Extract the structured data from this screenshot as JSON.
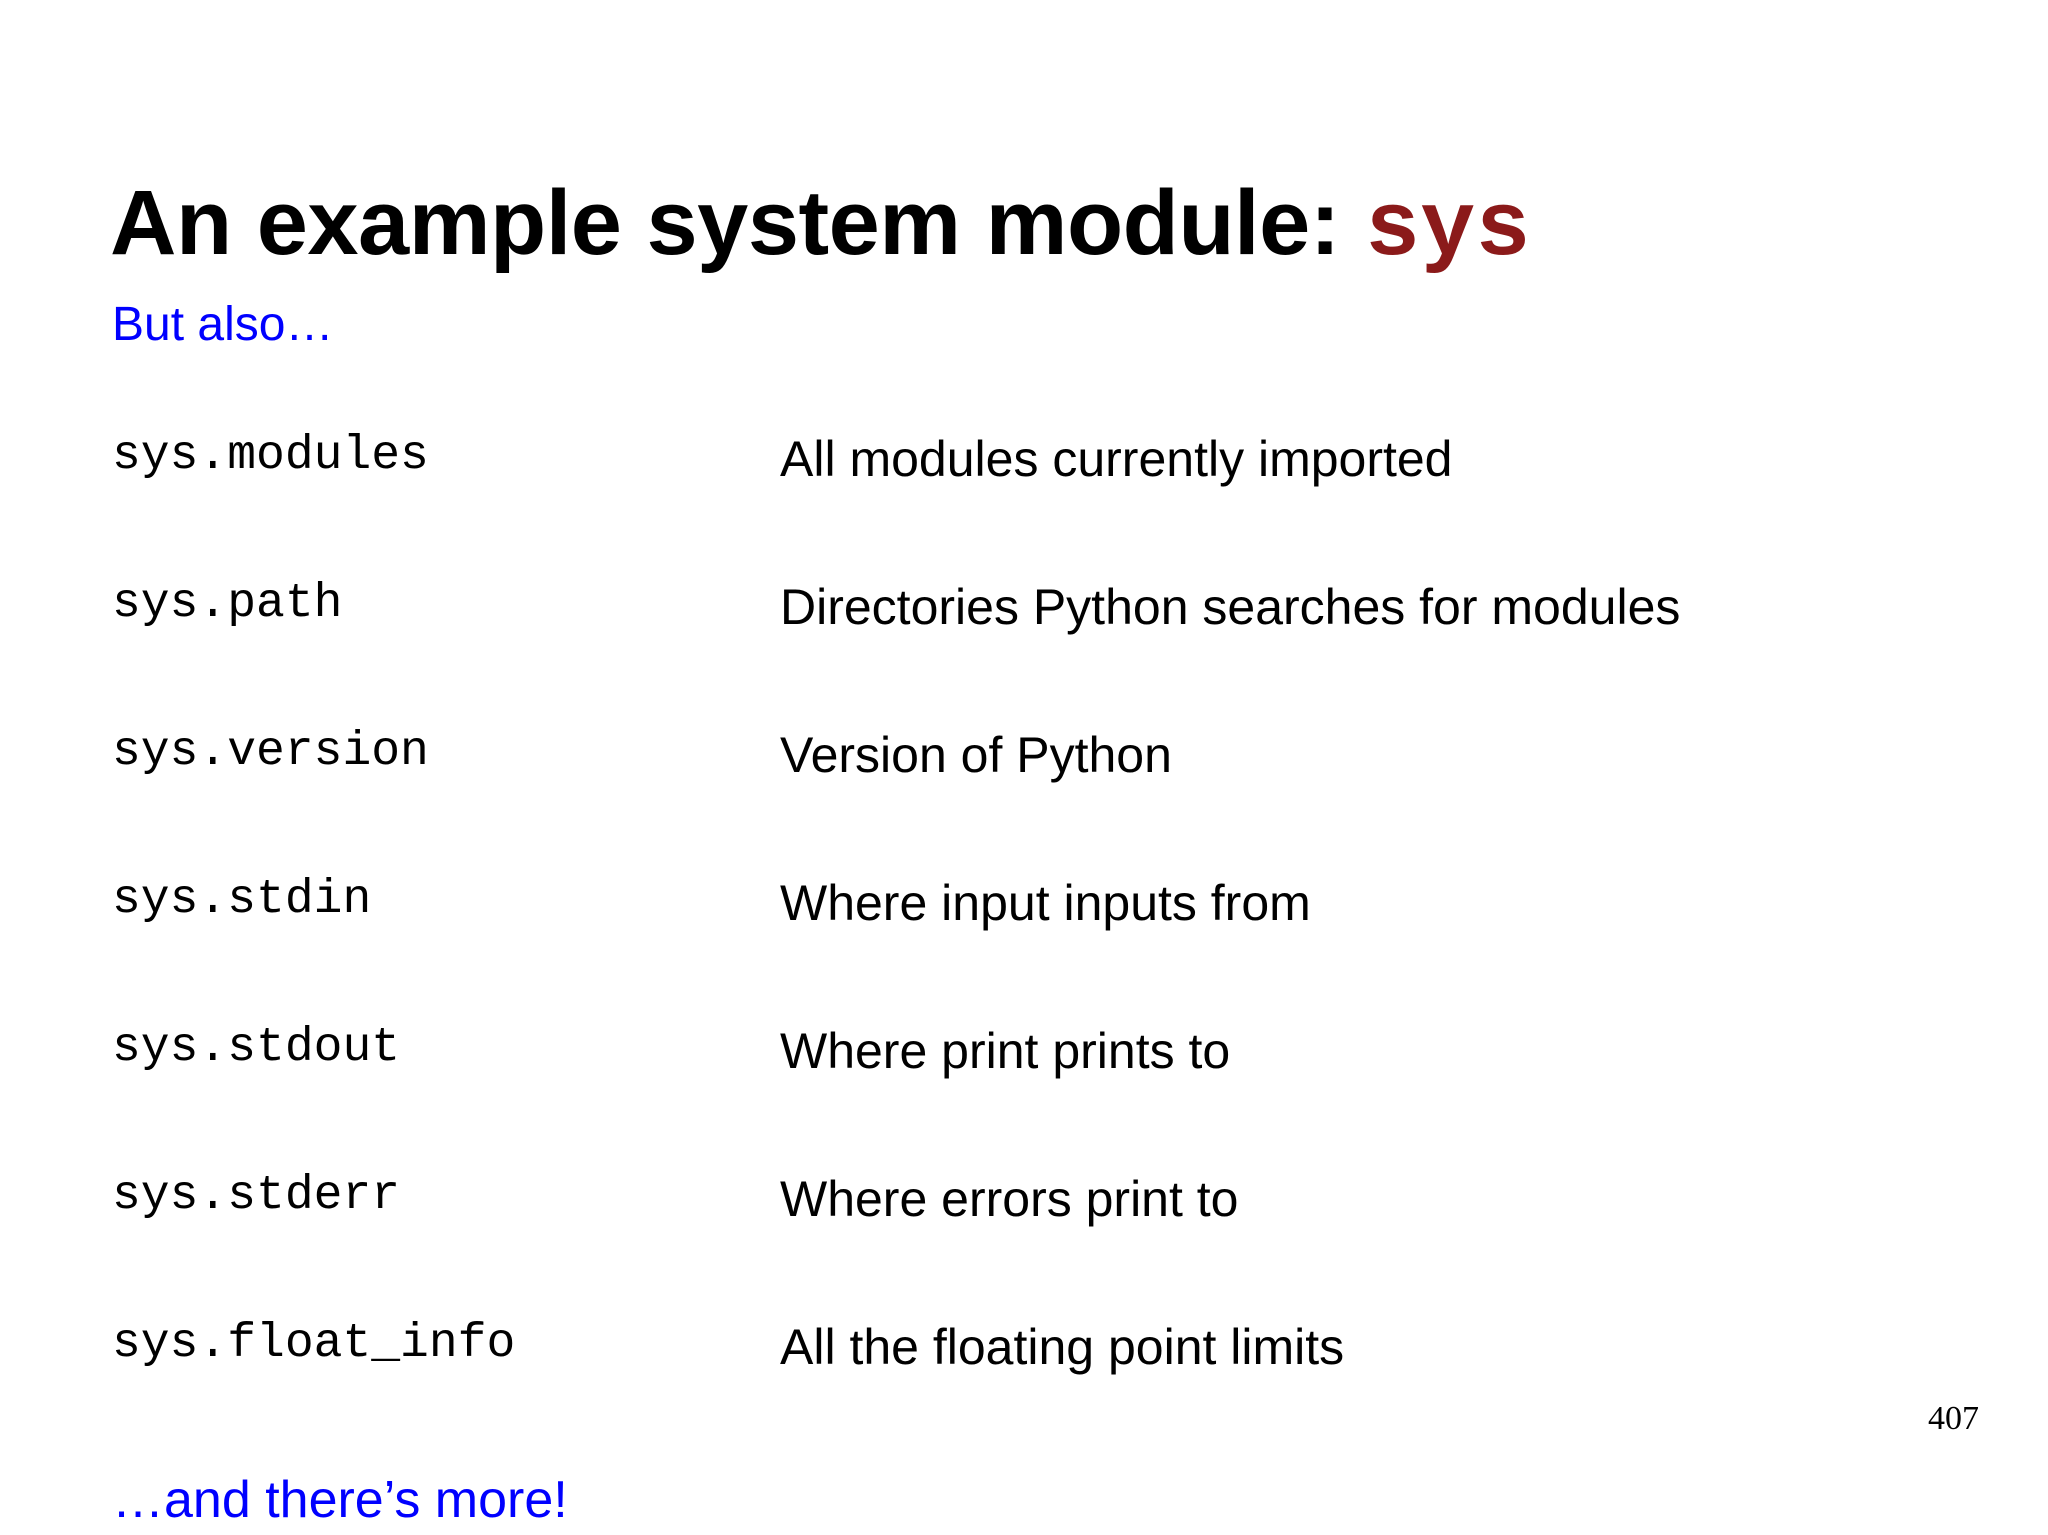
{
  "slide": {
    "title_main": "An example system module: ",
    "title_code": "sys",
    "subtitle": "But also…",
    "footer_note": "…and there’s more!",
    "page_number": "407",
    "colors": {
      "background": "#ffffff",
      "text": "#000000",
      "code_accent": "#8B1A1A",
      "highlight": "#0000FF"
    },
    "rows": [
      {
        "term": "sys.modules",
        "desc": "All modules currently imported"
      },
      {
        "term": "sys.path",
        "desc": "Directories Python searches for modules"
      },
      {
        "term": "sys.version",
        "desc": "Version of Python"
      },
      {
        "term": "sys.stdin",
        "desc": "Where input inputs from"
      },
      {
        "term": "sys.stdout",
        "desc": "Where print prints to"
      },
      {
        "term": "sys.stderr",
        "desc": "Where errors print to"
      },
      {
        "term": "sys.float_info",
        "desc": "All the floating point limits"
      }
    ]
  }
}
